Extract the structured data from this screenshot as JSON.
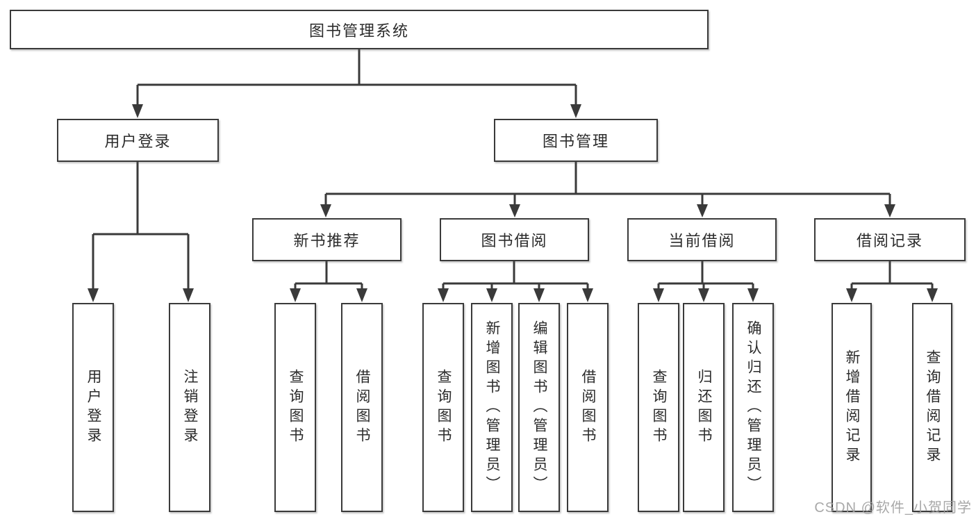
{
  "diagram": {
    "root": {
      "label": "图书管理系统"
    },
    "level2": [
      {
        "label": "用户登录"
      },
      {
        "label": "图书管理"
      }
    ],
    "level3": [
      {
        "label": "新书推荐"
      },
      {
        "label": "图书借阅"
      },
      {
        "label": "当前借阅"
      },
      {
        "label": "借阅记录"
      }
    ],
    "level4_groups": [
      {
        "parent": "用户登录",
        "children": [
          "用户登录",
          "注销登录"
        ]
      },
      {
        "parent": "新书推荐",
        "children": [
          "查询图书",
          "借阅图书"
        ]
      },
      {
        "parent": "图书借阅",
        "children": [
          "查询图书",
          "新增图书（管理员）",
          "编辑图书（管理员）",
          "借阅图书"
        ]
      },
      {
        "parent": "当前借阅",
        "children": [
          "查询图书",
          "归还图书",
          "确认归还（管理员）"
        ]
      },
      {
        "parent": "借阅记录",
        "children": [
          "新增借阅记录",
          "查询借阅记录"
        ]
      }
    ]
  },
  "watermark": {
    "text": "CSDN @软件_小贺同学"
  },
  "colors": {
    "line": "#3a3a3a",
    "box_border": "#3a3a3a",
    "background": "#ffffff",
    "text": "#2b2b2b",
    "watermark": "#9e9e9e"
  }
}
